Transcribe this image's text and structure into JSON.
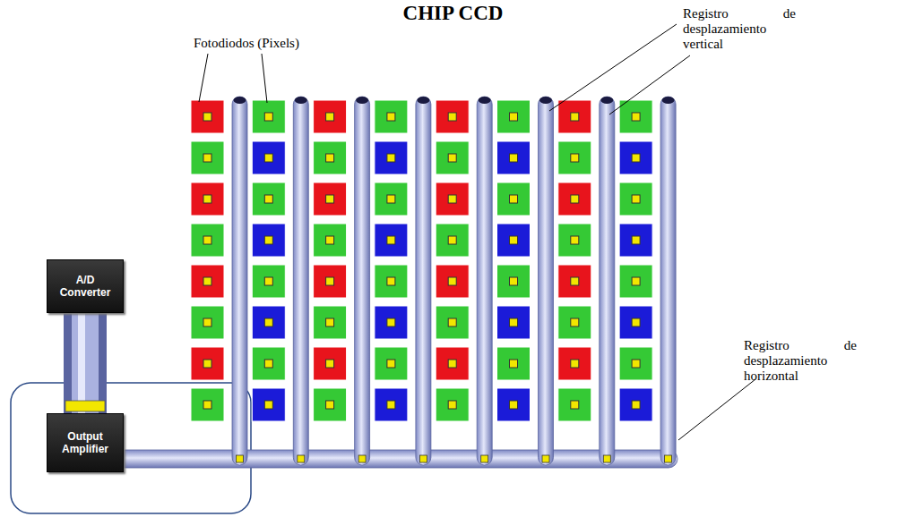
{
  "diagram": {
    "title": "CHIP CCD",
    "nodes": [
      {
        "text": [
          "A/D Converter"
        ]
      },
      {
        "text": [
          "Output Amplifier"
        ]
      }
    ],
    "edges": [
      {
        "from": 1,
        "to": 0,
        "arrow": "none"
      }
    ],
    "labels": [
      "Fotodiodos (Pixels)",
      "Registro de desplazamiento vertical",
      "Registro de desplazamiento horizontal"
    ]
  }
}
